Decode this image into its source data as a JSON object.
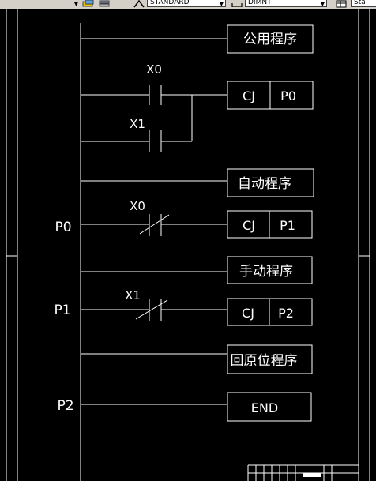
{
  "toolbar": {
    "text_style": "STANDARD",
    "dim_style": "DIMNT",
    "table_style": "Sta"
  },
  "rungs": {
    "r1_output": "公用程序",
    "r2_contact_a": "X0",
    "r2_contact_b": "X1",
    "r2_cmd": "CJ",
    "r2_arg": "P0",
    "r3_output": "自动程序",
    "r4_label": "P0",
    "r4_contact": "X0",
    "r4_cmd": "CJ",
    "r4_arg": "P1",
    "r5_output": "手动程序",
    "r6_label": "P1",
    "r6_contact": "X1",
    "r6_cmd": "CJ",
    "r6_arg": "P2",
    "r7_output": "回原位程序",
    "r8_label": "P2",
    "r8_output": "END"
  },
  "colors": {
    "background": "#000000",
    "lines": "#ffffff",
    "toolbar": "#d4d0c8"
  }
}
